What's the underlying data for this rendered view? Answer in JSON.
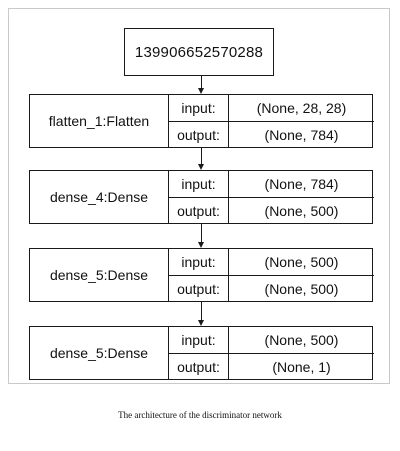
{
  "model_id": "139906652570288",
  "layers": [
    {
      "name": "flatten_1:Flatten",
      "input_label": "input:",
      "input": "(None, 28, 28)",
      "output_label": "output:",
      "output": "(None, 784)"
    },
    {
      "name": "dense_4:Dense",
      "input_label": "input:",
      "input": "(None, 784)",
      "output_label": "output:",
      "output": "(None, 500)"
    },
    {
      "name": "dense_5:Dense",
      "input_label": "input:",
      "input": "(None, 500)",
      "output_label": "output:",
      "output": "(None, 500)"
    },
    {
      "name": "dense_5:Dense",
      "input_label": "input:",
      "input": "(None, 500)",
      "output_label": "output:",
      "output": "(None, 1)"
    }
  ],
  "caption": "The architecture of the discriminator network"
}
